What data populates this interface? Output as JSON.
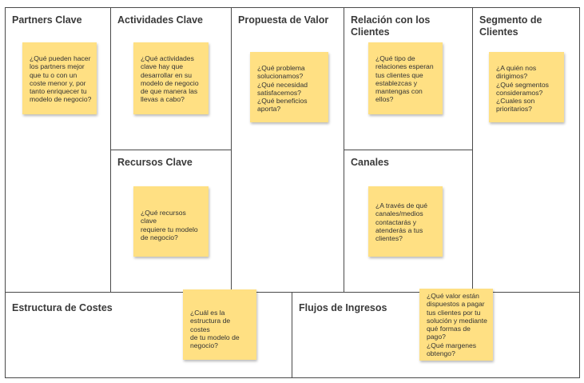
{
  "blocks": {
    "partners": {
      "title": "Partners Clave",
      "note": "¿Qué pueden hacer\nlos partners mejor\nque tu o con un\ncoste menor y, por\ntanto enriquecer tu\nmodelo de negocio?"
    },
    "actividades": {
      "title": "Actividades Clave",
      "note": "¿Qué actividades\nclave hay que\ndesarrollar en su\nmodelo de negocio\nde que manera las\nllevas a cabo?"
    },
    "recursos": {
      "title": "Recursos Clave",
      "note": "¿Qué recursos clave\nrequiere tu modelo\nde negocio?"
    },
    "propuesta": {
      "title": "Propuesta de Valor",
      "note": "¿Qué problema\nsolucionamos?\n¿Qué necesidad\nsatisfacemos?\n¿Qué beneficios\naporta?"
    },
    "relacion": {
      "title": "Relación con los Clientes",
      "note": "¿Qué tipo de\nrelaciones esperan\ntus clientes que\nestablezcas y\nmantengas con\nellos?"
    },
    "canales": {
      "title": "Canales",
      "note": "¿A través de qué\ncanales/medios\ncontactarás y\natenderás a tus\nclientes?"
    },
    "segmento": {
      "title": "Segmento de\nClientes",
      "note": "¿A quién nos\ndirigimos?\n¿Qué segmentos\nconsideramos?\n¿Cuales son\nprioritarios?"
    },
    "costes": {
      "title": "Estructura de Costes",
      "note": "¿Cuál es la\nestructura de costes\nde tu modelo de\nnegocio?"
    },
    "ingresos": {
      "title": "Flujos de Ingresos",
      "note": "¿Qué valor están\ndispuestos a pagar\ntus clientes por tu\nsolución y mediante\nqué formas de\npago?\n¿Qué margenes\nobtengo?"
    }
  }
}
